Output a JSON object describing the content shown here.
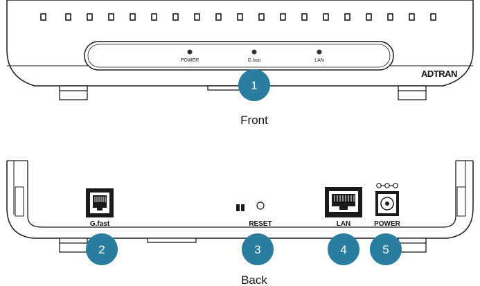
{
  "front": {
    "view_label": "Front",
    "led_labels": [
      "POWER",
      "G.fast",
      "LAN"
    ],
    "brand": "ADTRAN",
    "callout": "1"
  },
  "back": {
    "view_label": "Back",
    "port_labels": {
      "gfast": "G.fast",
      "reset": "RESET",
      "lan": "LAN",
      "power": "POWER"
    },
    "callouts": [
      "2",
      "3",
      "4",
      "5"
    ]
  },
  "colors": {
    "callout_fill": "#2a7d9e",
    "outline": "#1a1a1a"
  }
}
